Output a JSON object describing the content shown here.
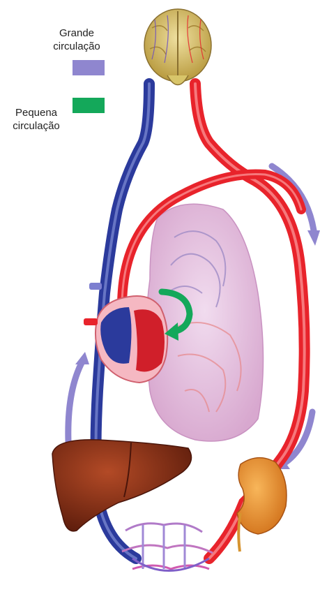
{
  "legend": {
    "systemic": {
      "line1": "Grande",
      "line2": "circulação",
      "color": "#8f86cf"
    },
    "pulmonary": {
      "line1": "Pequena",
      "line2": "circulação",
      "color": "#14a85a"
    }
  },
  "colors": {
    "venous": "#2b3a9c",
    "arterial": "#e8232b",
    "flow_arrow": "#8f86cf",
    "lung": "#e5c3de",
    "liver": "#7a2a14",
    "kidney": "#e8922e",
    "brain": "#d8c56a"
  },
  "organs": [
    "brain",
    "lungs",
    "heart",
    "liver",
    "kidney",
    "capillary-bed"
  ]
}
